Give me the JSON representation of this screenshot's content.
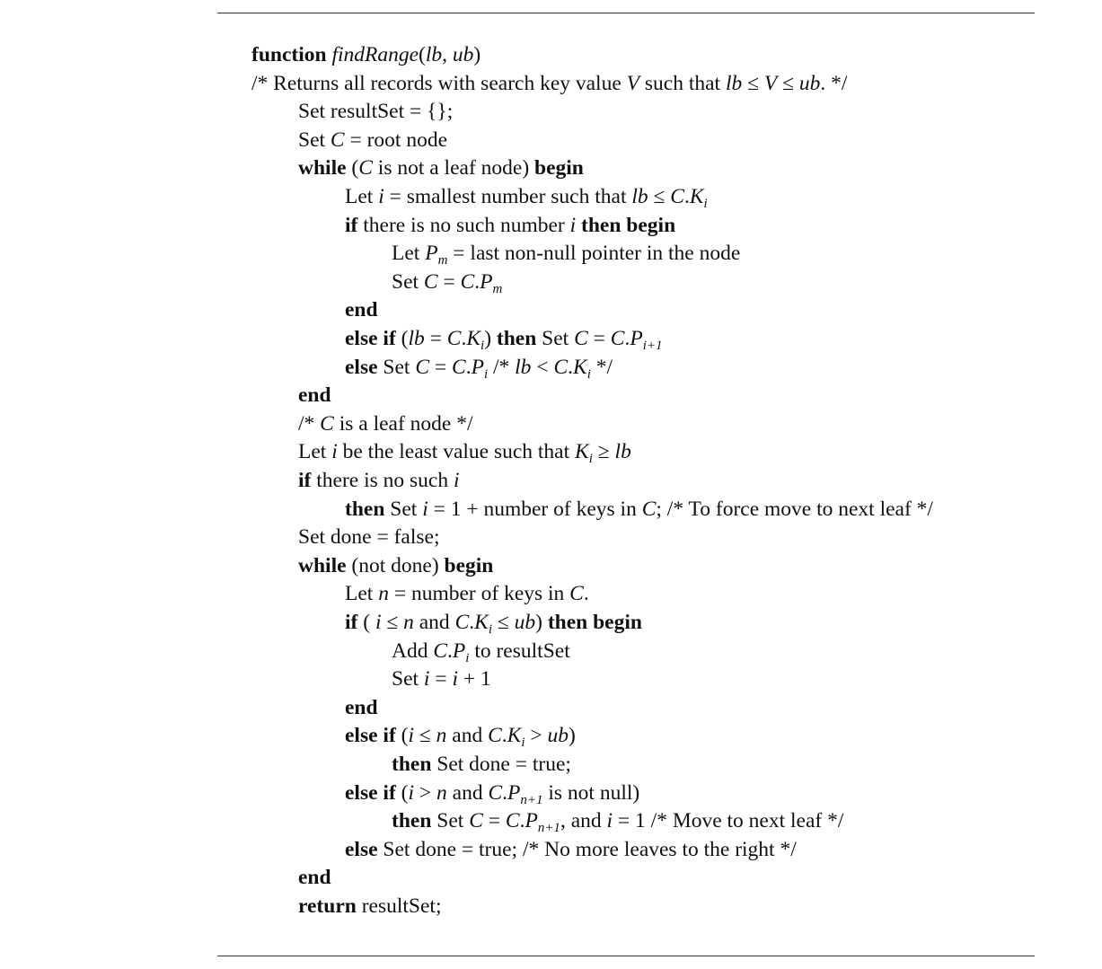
{
  "lines": [
    {
      "indent": 0,
      "html": "<b>function</b> <i>findRange</i>(<i>lb</i>, <i>ub</i>)"
    },
    {
      "indent": 0,
      "html": "/* Returns all records with search key value <i>V</i> such that <i>lb</i> ≤ <i>V</i> ≤ <i>ub</i>. */"
    },
    {
      "indent": 1,
      "html": "Set resultSet = {};"
    },
    {
      "indent": 1,
      "html": "Set <i>C</i> = root node"
    },
    {
      "indent": 1,
      "html": "<b>while</b> (<i>C</i> is not a leaf node) <b>begin</b>"
    },
    {
      "indent": 2,
      "html": "Let <i>i</i> = smallest number such that <i>lb</i> ≤ <i>C</i>.<i>K<sub>i</sub></i>"
    },
    {
      "indent": 2,
      "html": "<b>if</b> there is no such number <i>i</i> <b>then begin</b>"
    },
    {
      "indent": 3,
      "html": "Let <i>P<sub>m</sub></i> = last non-null pointer in the node"
    },
    {
      "indent": 3,
      "html": "Set <i>C</i> = <i>C</i>.<i>P<sub>m</sub></i>"
    },
    {
      "indent": 2,
      "html": "<b>end</b>"
    },
    {
      "indent": 2,
      "html": "<b>else if</b> (<i>lb</i> = <i>C</i>.<i>K<sub>i</sub></i>) <b>then</b> Set <i>C</i> = <i>C</i>.<i>P<sub>i+1</sub></i>"
    },
    {
      "indent": 2,
      "html": "<b>else</b> Set <i>C</i> = <i>C</i>.<i>P<sub>i</sub></i> /* <i>lb</i> &lt; <i>C</i>.<i>K<sub>i</sub></i> */"
    },
    {
      "indent": 1,
      "html": "<b>end</b>"
    },
    {
      "indent": 1,
      "html": "/* <i>C</i> is a leaf node */"
    },
    {
      "indent": 1,
      "html": "Let <i>i</i> be the least value such that <i>K<sub>i</sub></i> ≥ <i>lb</i>"
    },
    {
      "indent": 1,
      "html": "<b>if</b> there is no such <i>i</i>"
    },
    {
      "indent": 2,
      "html": "<b>then</b> Set <i>i</i> = 1 + number of keys in <i>C</i>; /* To force move to next leaf */"
    },
    {
      "indent": 1,
      "html": "Set done = false;"
    },
    {
      "indent": 1,
      "html": "<b>while</b> (not done) <b>begin</b>"
    },
    {
      "indent": 2,
      "html": "Let <i>n</i> = number of keys in <i>C</i>."
    },
    {
      "indent": 2,
      "html": "<b>if</b> ( <i>i</i> ≤ <i>n</i> and <i>C</i>.<i>K<sub>i</sub></i> ≤ <i>ub</i>) <b>then begin</b>"
    },
    {
      "indent": 3,
      "html": "Add <i>C</i>.<i>P<sub>i</sub></i> to resultSet"
    },
    {
      "indent": 3,
      "html": "Set <i>i</i> = <i>i</i> + 1"
    },
    {
      "indent": 2,
      "html": "<b>end</b>"
    },
    {
      "indent": 2,
      "html": "<b>else if</b>  (<i>i</i> ≤ <i>n</i> and <i>C</i>.<i>K<sub>i</sub></i> &gt; <i>ub</i>)"
    },
    {
      "indent": 3,
      "html": "<b>then</b> Set done = true;"
    },
    {
      "indent": 2,
      "html": "<b>else if</b> (<i>i</i> &gt; <i>n</i> and <i>C</i>.<i>P<sub>n+1</sub></i> is not null)"
    },
    {
      "indent": 3,
      "html": "<b>then</b> Set <i>C</i> = <i>C</i>.<i>P<sub>n+1</sub></i>, and <i>i</i> = 1 /* Move to next leaf */"
    },
    {
      "indent": 2,
      "html": "<b>else</b> Set done = true; /* No more leaves to the right */"
    },
    {
      "indent": 1,
      "html": "<b>end</b>"
    },
    {
      "indent": 1,
      "html": "<b>return</b> resultSet;"
    }
  ]
}
